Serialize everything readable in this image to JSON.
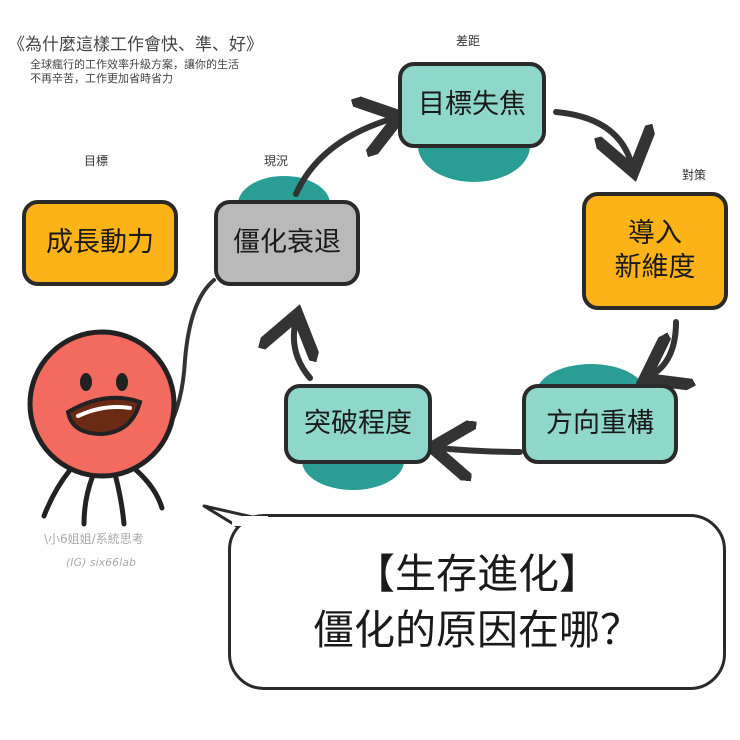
{
  "header": {
    "book_title": "《為什麼這樣工作會快、準、好》",
    "subtitle_line1": "全球瘋行的工作效率升級方案，讓你的生活",
    "subtitle_line2": "不再辛苦，工作更加省時省力"
  },
  "labels": {
    "goal": "目標",
    "current": "現況",
    "gap": "差距",
    "strategy": "對策"
  },
  "nodes": {
    "goal": "成長動力",
    "current": "僵化衰退",
    "gap": "目標失焦",
    "strategy_line1": "導入",
    "strategy_line2": "新維度",
    "restructure": "方向重構",
    "breakthrough": "突破程度"
  },
  "bubble": {
    "line1": "【生存進化】",
    "line2": "僵化的原因在哪？"
  },
  "credit": {
    "author": "\\小6姐姐/系統思考",
    "ig": "(IG) six66lab"
  },
  "colors": {
    "teal_box": "#8fd7cb",
    "teal_blob": "#2a9e95",
    "orange": "#fbb317",
    "gray": "#b9b9b9",
    "character": "#f26b5e"
  }
}
